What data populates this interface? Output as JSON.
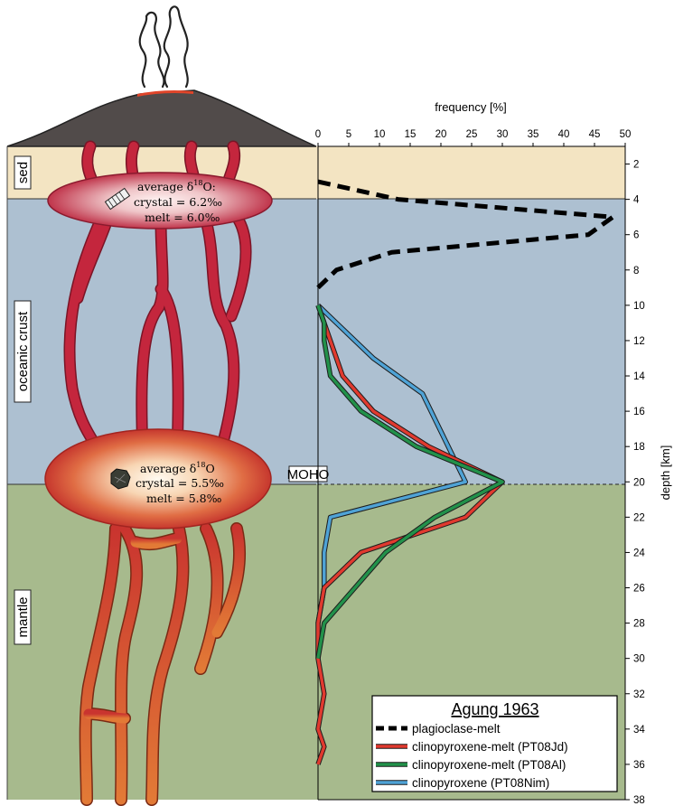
{
  "diagram": {
    "layers": {
      "sed": "sed",
      "oceanic_crust": "oceanic crust",
      "mantle": "mantle",
      "moho": "MOHO"
    },
    "upper_chamber": {
      "title_pre": "average δ",
      "title_sup": "18",
      "title_post": "O:",
      "crystal": "crystal = 6.2‰",
      "melt": "melt = 6.0‰"
    },
    "lower_chamber": {
      "title_pre": "average δ",
      "title_sup": "18",
      "title_post": "O",
      "crystal": "crystal = 5.5‰",
      "melt": "melt = 5.8‰"
    },
    "colors": {
      "sediment": "#f3e4c2",
      "crust": "#adc0d1",
      "mantle": "#a7ba8d",
      "volcano": "#514b4a",
      "conduit_upper": "#c4263d",
      "conduit_lower": "#dd5a28"
    }
  },
  "chart_data": {
    "type": "line",
    "xlabel": "frequency [%]",
    "ylabel": "depth [km]",
    "xlim": [
      0,
      50
    ],
    "ylim": [
      1,
      38
    ],
    "x_ticks": [
      "0",
      "5",
      "10",
      "15",
      "20",
      "25",
      "30",
      "35",
      "40",
      "45",
      "50"
    ],
    "y_ticks": [
      "2",
      "4",
      "6",
      "8",
      "10",
      "12",
      "14",
      "16",
      "18",
      "20",
      "22",
      "24",
      "26",
      "28",
      "30",
      "32",
      "34",
      "36",
      "38"
    ],
    "moho_depth": 20,
    "layer_boundaries": [
      4,
      20
    ],
    "legend": {
      "title": "Agung 1963",
      "position": "bottom-right"
    },
    "series": [
      {
        "name": "plagioclase-melt",
        "color": "#000000",
        "style": "dashed",
        "points": [
          [
            0,
            3
          ],
          [
            13,
            4
          ],
          [
            48,
            5
          ],
          [
            44,
            6
          ],
          [
            12,
            7
          ],
          [
            3,
            8
          ],
          [
            0,
            9
          ]
        ]
      },
      {
        "name": "clinopyroxene-melt (PT08Jd)",
        "color": "#e03a2f",
        "style": "solid",
        "points": [
          [
            0,
            10
          ],
          [
            1,
            11
          ],
          [
            2,
            12
          ],
          [
            4,
            14
          ],
          [
            9,
            16
          ],
          [
            18,
            18
          ],
          [
            30,
            20
          ],
          [
            24,
            22
          ],
          [
            7,
            24
          ],
          [
            1,
            26
          ],
          [
            0,
            28
          ],
          [
            0,
            30
          ],
          [
            1,
            32
          ],
          [
            0,
            34
          ],
          [
            1,
            35
          ],
          [
            0,
            36
          ]
        ]
      },
      {
        "name": "clinopyroxene-melt (PT08Al)",
        "color": "#22914a",
        "style": "solid",
        "points": [
          [
            0,
            10
          ],
          [
            1,
            11
          ],
          [
            1,
            12
          ],
          [
            2,
            14
          ],
          [
            7,
            16
          ],
          [
            16,
            18
          ],
          [
            30,
            20
          ],
          [
            19,
            22
          ],
          [
            11,
            24
          ],
          [
            6,
            26
          ],
          [
            1,
            28
          ],
          [
            0,
            30
          ]
        ]
      },
      {
        "name": "clinopyroxene (PT08Nim)",
        "color": "#4fa3d6",
        "style": "solid",
        "points": [
          [
            0,
            10
          ],
          [
            9,
            13
          ],
          [
            17,
            15
          ],
          [
            24,
            20
          ],
          [
            2,
            22
          ],
          [
            1,
            24
          ],
          [
            1,
            26
          ],
          [
            0,
            28
          ]
        ]
      }
    ]
  }
}
